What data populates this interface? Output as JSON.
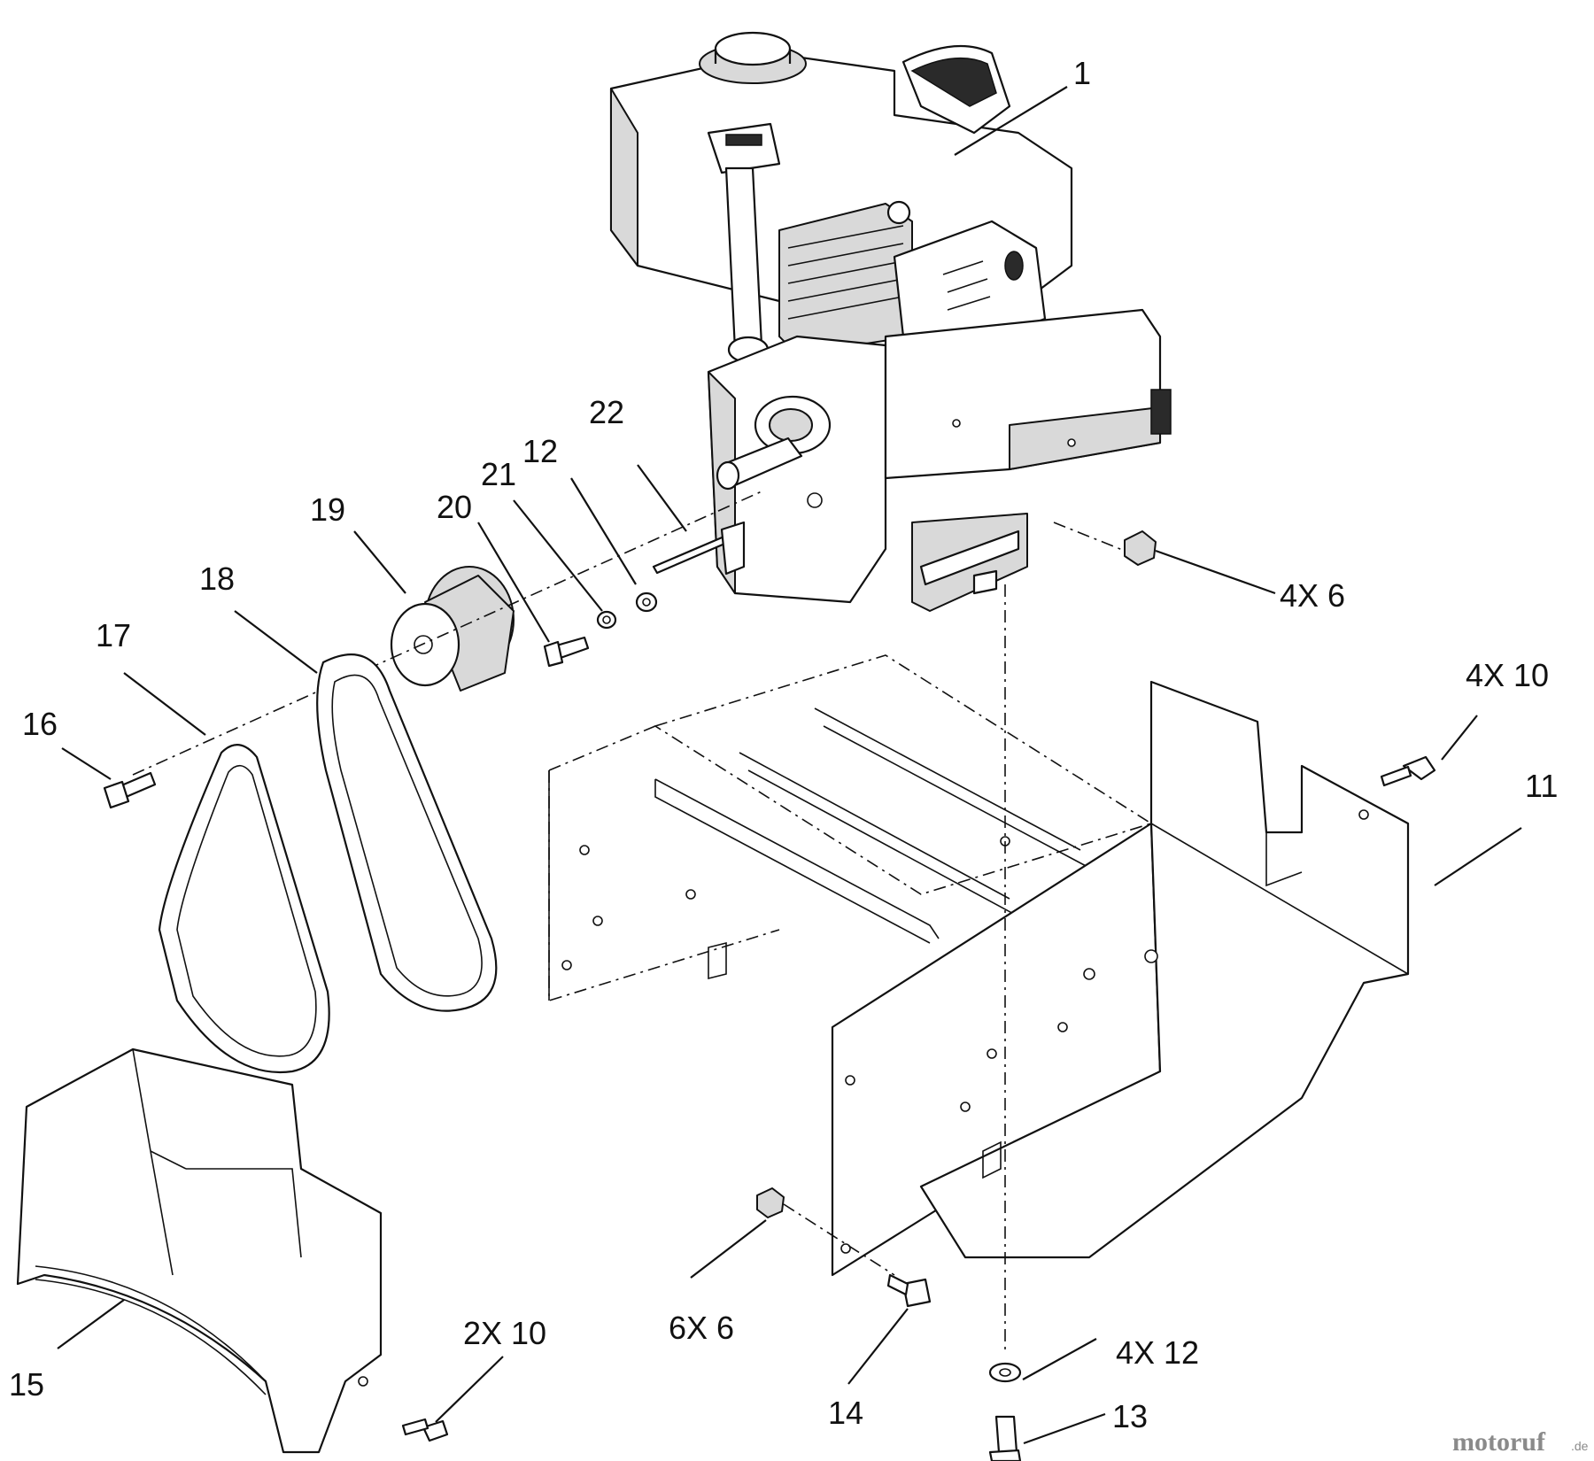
{
  "callouts": {
    "c1": "1",
    "c4x6": "4X 6",
    "c22": "22",
    "c12": "12",
    "c21": "21",
    "c20": "20",
    "c19": "19",
    "c18": "18",
    "c17": "17",
    "c16": "16",
    "c4x10": "4X 10",
    "c11": "11",
    "c15": "15",
    "c2x10": "2X 10",
    "c6x6": "6X 6",
    "c14": "14",
    "c4x12": "4X 12",
    "c13": "13"
  },
  "watermark": {
    "brand": "motoruf",
    "suffix": ".de",
    "brand_color": "#8a8a8a"
  }
}
